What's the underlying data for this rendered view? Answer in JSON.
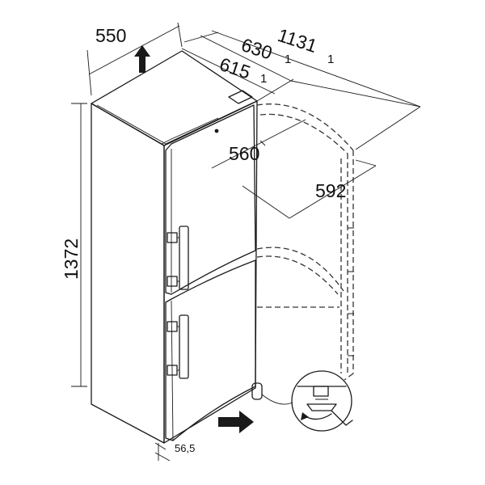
{
  "dimensions": {
    "width": "550",
    "depth_total": "630",
    "depth_body": "615",
    "door_open_depth": "1131",
    "inner_width": "560",
    "inner_depth": "592",
    "height": "1372",
    "foot_height": "56,5"
  },
  "footnote_mark": "1",
  "icons": {
    "ventilation_arrow": "arrow-up-icon",
    "air_inlet_arrow": "arrow-right-icon",
    "leveling_foot": "adjustable-foot-icon"
  },
  "colors": {
    "line": "#1a1a1a",
    "background": "#ffffff"
  }
}
